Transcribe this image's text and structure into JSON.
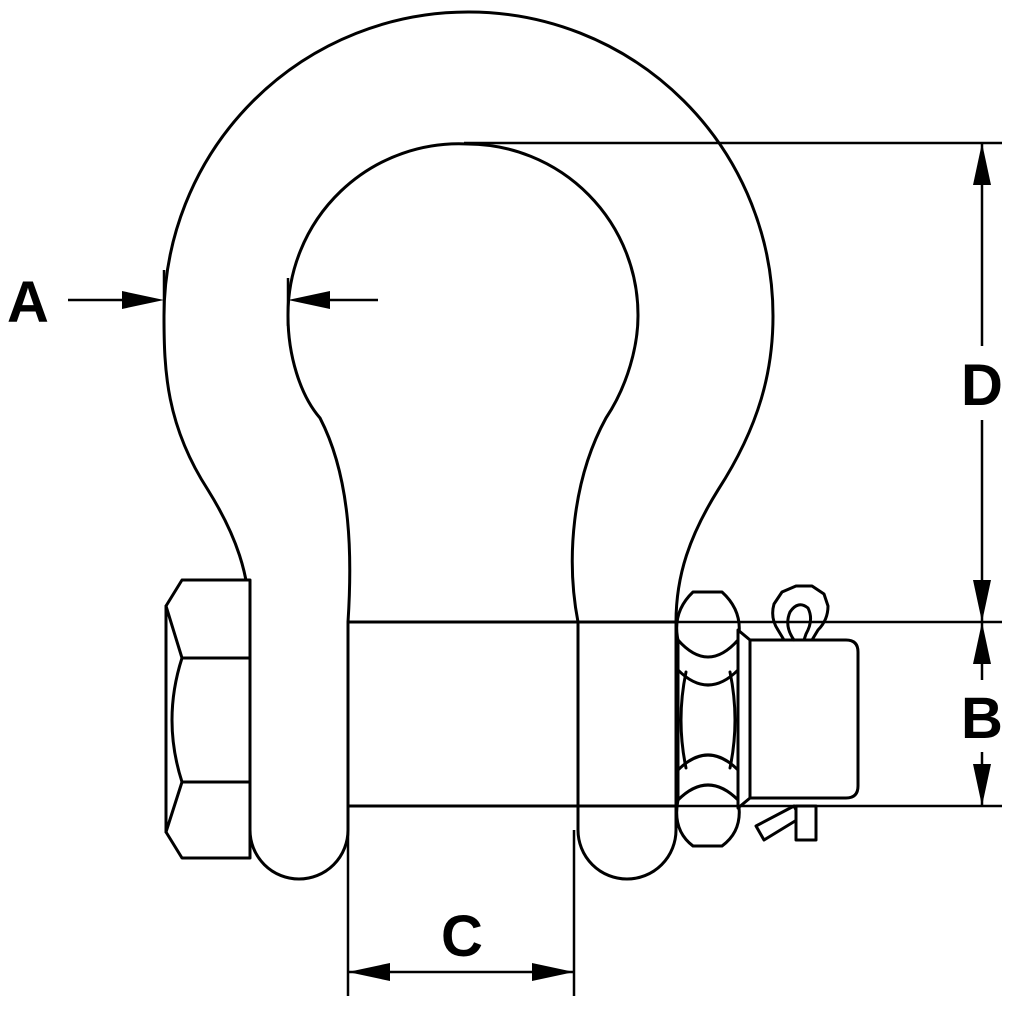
{
  "dimensions": {
    "a": "A",
    "b": "B",
    "c": "C",
    "d": "D"
  }
}
